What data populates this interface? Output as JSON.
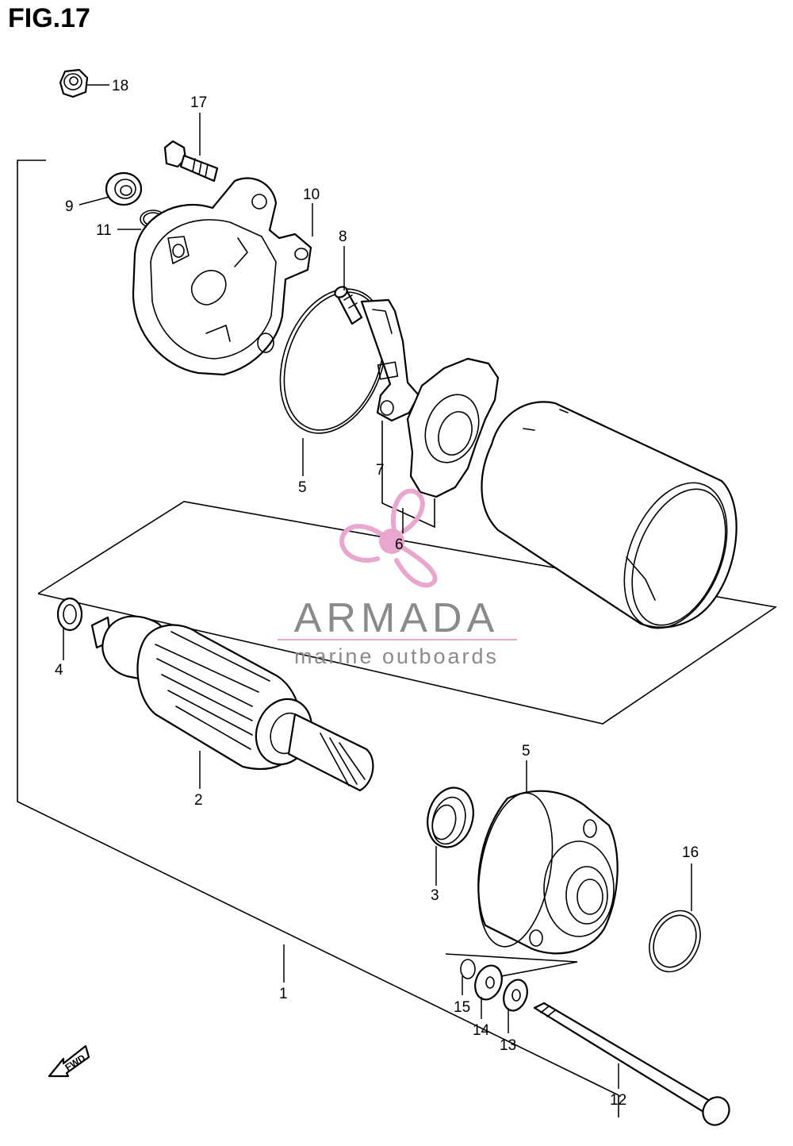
{
  "figure": {
    "title": "FIG.17"
  },
  "watermark": {
    "brand": "ARMADA",
    "tagline": "marine outboards"
  },
  "fwd_arrow": {
    "label": "FWD"
  },
  "callouts": {
    "c1": "1",
    "c2": "2",
    "c3": "3",
    "c4": "4",
    "c5a": "5",
    "c5b": "5",
    "c6": "6",
    "c7": "7",
    "c8": "8",
    "c9": "9",
    "c10": "10",
    "c11": "11",
    "c12": "12",
    "c13": "13",
    "c14": "14",
    "c15": "15",
    "c16": "16",
    "c17": "17",
    "c18": "18"
  },
  "colors": {
    "ink": "#000000",
    "watermark_gray": "#8a8a8a",
    "watermark_pink": "#e9a6cf"
  }
}
